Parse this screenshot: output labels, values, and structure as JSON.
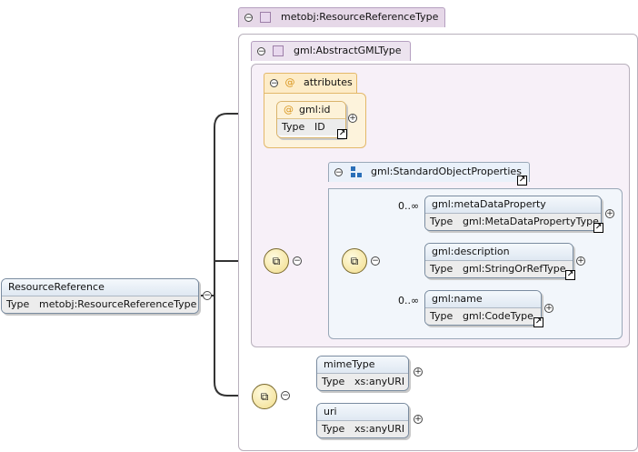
{
  "outer_type": {
    "label": "metobj:ResourceReferenceType"
  },
  "abstract_type": {
    "label": "gml:AbstractGMLType"
  },
  "attributes_group": {
    "label": "attributes",
    "at_symbol": "@"
  },
  "gml_id": {
    "name": "gml:id",
    "type_key": "Type",
    "type_value": "ID"
  },
  "std_props": {
    "label": "gml:StandardObjectProperties"
  },
  "metaDataProperty": {
    "name": "gml:metaDataProperty",
    "type_key": "Type",
    "type_value": "gml:MetaDataPropertyType",
    "cardinality": "0..∞"
  },
  "description": {
    "name": "gml:description",
    "type_key": "Type",
    "type_value": "gml:StringOrRefType"
  },
  "name_el": {
    "name": "gml:name",
    "type_key": "Type",
    "type_value": "gml:CodeType",
    "cardinality": "0..∞"
  },
  "root": {
    "name": "ResourceReference",
    "type_key": "Type",
    "type_value": "metobj:ResourceReferenceType"
  },
  "mimeType": {
    "name": "mimeType",
    "type_key": "Type",
    "type_value": "xs:anyURI"
  },
  "uri": {
    "name": "uri",
    "type_key": "Type",
    "type_value": "xs:anyURI"
  },
  "symbols": {
    "minus": "−",
    "plus": "+",
    "arrow": "↗",
    "compositor": "⧉"
  },
  "colors": {
    "type_box_fill": "#f7f0f8",
    "attributes_fill": "#fdf3dc",
    "attributes_border": "#e3b86a",
    "element_border": "#7a8ca0"
  }
}
